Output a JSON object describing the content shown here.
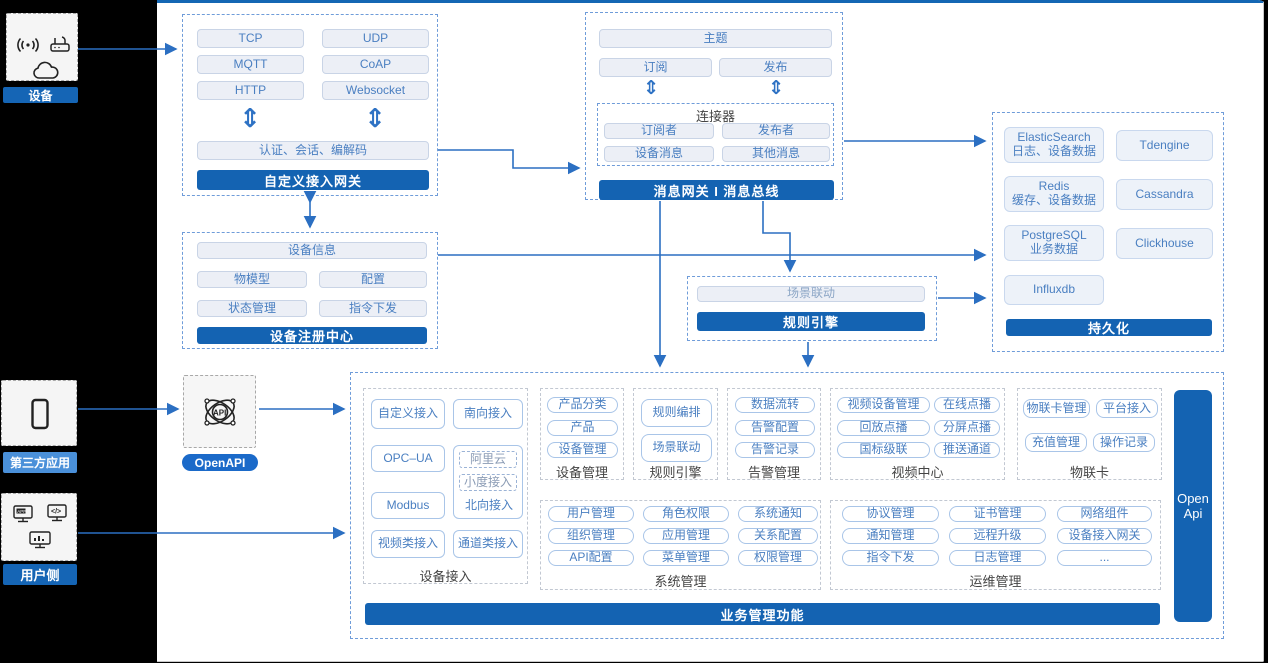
{
  "colors": {
    "accent_blue": "#1463b2",
    "light_blue_label": "#4a90d9",
    "button_text": "#4a7fc1",
    "wire": "#2b6fc2"
  },
  "left_rail": {
    "groups": [
      {
        "label": "设备",
        "icons": [
          "wifi-signal-icon",
          "router-icon",
          "cloud-icon"
        ]
      },
      {
        "label": "第三方应用",
        "icons": [
          "phone-icon"
        ]
      },
      {
        "label": "用户侧",
        "icons": [
          "app-window-icon",
          "code-window-icon",
          "chart-window-icon"
        ]
      }
    ]
  },
  "gateway": {
    "title": "自定义接入网关",
    "protocols": [
      "TCP",
      "UDP",
      "MQTT",
      "CoAP",
      "HTTP",
      "Websocket"
    ],
    "auth": "认证、会话、编解码"
  },
  "message_bus": {
    "title": "消息网关 I 消息总线",
    "topic": "主题",
    "subscribe": "订阅",
    "publish": "发布",
    "connector": {
      "title": "连接器",
      "items": [
        "订阅者",
        "发布者",
        "设备消息",
        "其他消息"
      ]
    }
  },
  "persistence": {
    "title": "持久化",
    "stores": [
      {
        "name": "ElasticSearch",
        "desc": "日志、设备数据"
      },
      {
        "name": "Tdengine",
        "desc": ""
      },
      {
        "name": "Redis",
        "desc": "缓存、设备数据"
      },
      {
        "name": "Cassandra",
        "desc": ""
      },
      {
        "name": "PostgreSQL",
        "desc": "业务数据"
      },
      {
        "name": "Clickhouse",
        "desc": ""
      },
      {
        "name": "Influxdb",
        "desc": ""
      }
    ]
  },
  "registry": {
    "title": "设备注册中心",
    "items": [
      "设备信息",
      "物模型",
      "配置",
      "状态管理",
      "指令下发"
    ]
  },
  "rule_engine_box": {
    "title": "规则引擎",
    "item": "场景联动"
  },
  "openapi": {
    "label": "OpenAPI",
    "icon": "api-atom-icon",
    "icon_text": "API"
  },
  "business": {
    "bar": "业务管理功能",
    "open_api": {
      "line1": "Open",
      "line2": "Api"
    },
    "device_access": {
      "label": "设备接入",
      "items": [
        "自定义接入",
        "南向接入",
        "OPC–UA",
        "阿里云",
        "小度接入",
        "北向接入",
        "Modbus",
        "视频类接入",
        "通道类接入"
      ]
    },
    "device_mgmt": {
      "label": "设备管理",
      "items": [
        "产品分类",
        "产品",
        "设备管理"
      ]
    },
    "rule_engine": {
      "label": "规则引擎",
      "items": [
        "规则编排",
        "场景联动"
      ]
    },
    "alarm": {
      "label": "告警管理",
      "items": [
        "数据流转",
        "告警配置",
        "告警记录"
      ]
    },
    "video": {
      "label": "视频中心",
      "items": [
        "视频设备管理",
        "在线点播",
        "回放点播",
        "分屏点播",
        "国标级联",
        "推送通道"
      ]
    },
    "iot_card": {
      "label": "物联卡",
      "items": [
        "物联卡管理",
        "平台接入",
        "充值管理",
        "操作记录"
      ]
    },
    "system": {
      "label": "系统管理",
      "items": [
        "用户管理",
        "角色权限",
        "系统通知",
        "组织管理",
        "应用管理",
        "关系配置",
        "API配置",
        "菜单管理",
        "权限管理"
      ]
    },
    "ops": {
      "label": "运维管理",
      "items": [
        "协议管理",
        "证书管理",
        "网络组件",
        "通知管理",
        "远程升级",
        "设备接入网关",
        "指令下发",
        "日志管理",
        "..."
      ]
    }
  }
}
